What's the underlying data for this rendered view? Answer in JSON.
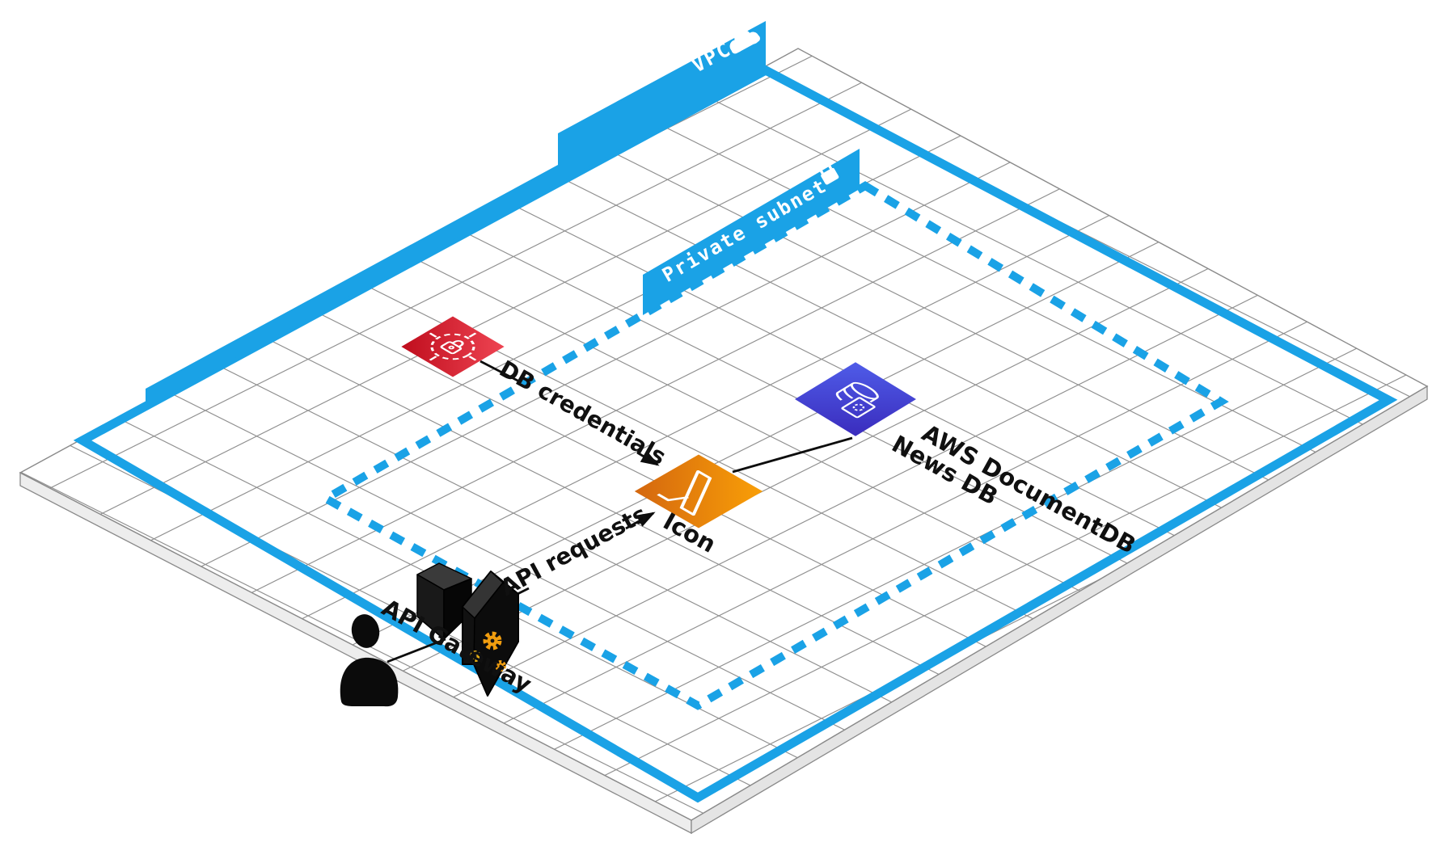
{
  "boundaries": {
    "vpc": {
      "label": "VPC",
      "border_color": "#1AA2E6",
      "style": "solid",
      "icon": "cloud-icon"
    },
    "private_subnet": {
      "label": "Private subnet",
      "border_color": "#1AA2E6",
      "style": "dashed",
      "icon": "lock-icon"
    }
  },
  "nodes": {
    "user": {
      "icon": "user-silhouette-icon"
    },
    "api_gateway": {
      "icon": "api-gateway-3d-icon",
      "label": "API Gateway",
      "gear_color": "#F09D0F"
    },
    "secrets_manager": {
      "icon": "aws-secrets-manager-icon",
      "color_from": "#BF0D1D",
      "color_to": "#EE4452"
    },
    "lambda": {
      "icon": "aws-lambda-icon",
      "label": "Icon",
      "color_from": "#D4670F",
      "color_to": "#F99F07"
    },
    "documentdb": {
      "icon": "aws-documentdb-icon",
      "label_line1": "AWS DocumentDB",
      "label_line2": "News DB",
      "color_from": "#4F5CE8",
      "color_to": "#3A2CBD"
    }
  },
  "edges": {
    "user_to_gateway": {
      "arrow": false
    },
    "api_requests": {
      "label": "API requests",
      "arrow": true
    },
    "db_credentials": {
      "label": "DB credentials",
      "arrow": true
    },
    "lambda_to_documentdb": {
      "arrow": false
    }
  }
}
